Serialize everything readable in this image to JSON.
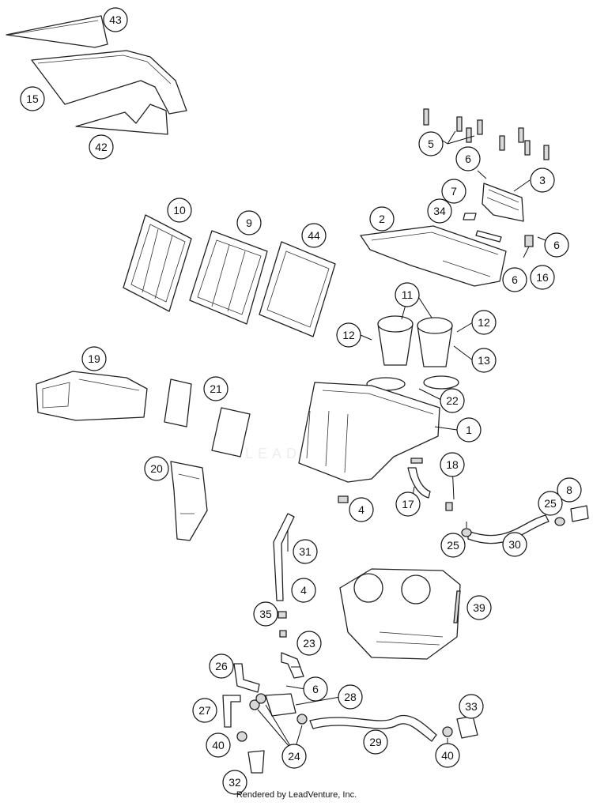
{
  "diagram": {
    "watermark": "LEADVENTURE",
    "footer": "Rendered by LeadVenture, Inc.",
    "callouts": [
      "43",
      "15",
      "42",
      "5",
      "6",
      "3",
      "7",
      "34",
      "2",
      "6",
      "16",
      "6",
      "10",
      "9",
      "44",
      "11",
      "12",
      "12",
      "13",
      "22",
      "1",
      "19",
      "21",
      "20",
      "18",
      "17",
      "4",
      "8",
      "25",
      "25",
      "30",
      "31",
      "4",
      "35",
      "39",
      "23",
      "26",
      "6",
      "28",
      "27",
      "24",
      "40",
      "29",
      "33",
      "40",
      "32"
    ]
  }
}
